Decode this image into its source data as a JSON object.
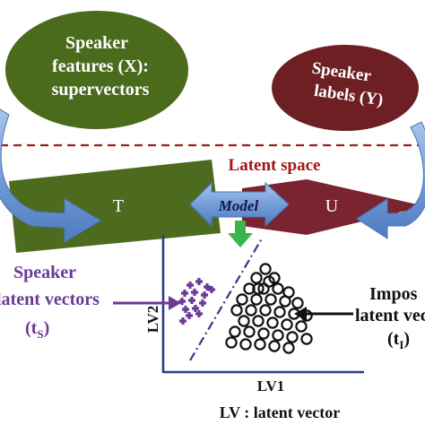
{
  "inputs": {
    "features_line1": "Speaker",
    "features_line2": "features (X):",
    "features_line3": "supervectors",
    "labels_line1": "Speaker",
    "labels_line2": "labels (Y)"
  },
  "latent_space_label": "Latent space",
  "matrix_t_label": "T",
  "matrix_u_label": "U",
  "model_label": "Model",
  "speaker_latent": {
    "line1": "Speaker",
    "line2": "latent vectors",
    "sub_main": "(t",
    "sub_script": "S",
    "sub_close": ")"
  },
  "impostor_latent": {
    "line1": "Impos",
    "line2": "latent vec",
    "sub_main": "(t",
    "sub_script": "I",
    "sub_close": ")"
  },
  "axes": {
    "x_label": "LV1",
    "y_label": "LV2"
  },
  "footer_label": "LV : latent vector",
  "colors": {
    "features_oval": "#4a6b1c",
    "labels_oval": "#6e1f24",
    "t_block": "#4c6b1e",
    "u_block": "#7a2430",
    "blue_arrow": "#6f9ad6",
    "green_arrow": "#3ab54a",
    "divider": "#9c1f1f",
    "latent_title": "#a31515",
    "axes": "#2e3a8c",
    "speaker_points": "#6a3a96",
    "impostor_points": "#111111"
  }
}
